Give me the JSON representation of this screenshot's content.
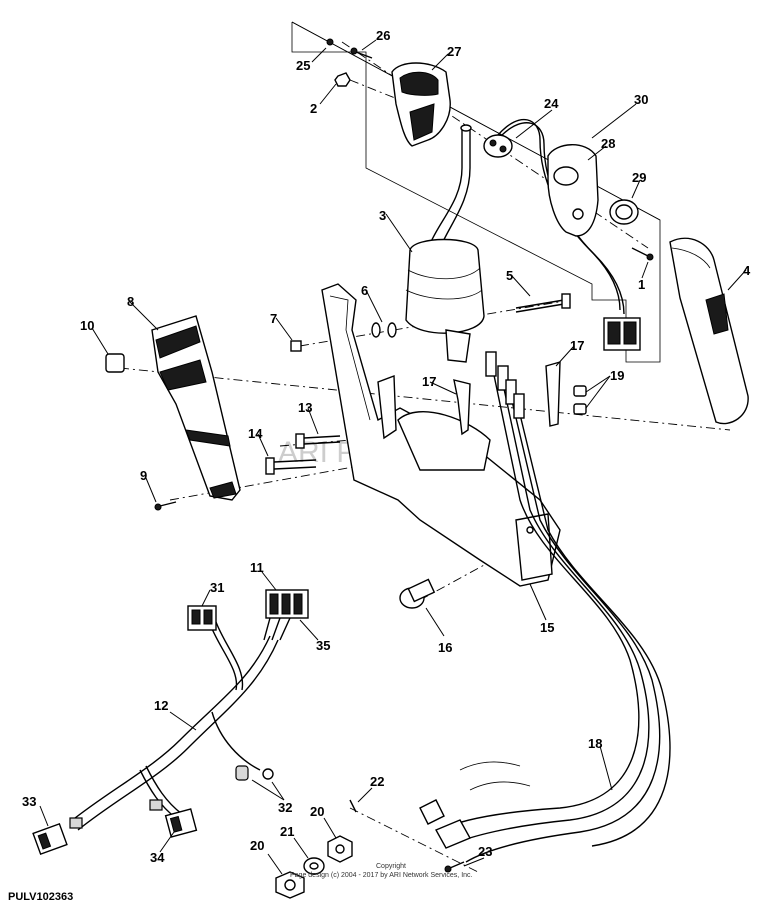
{
  "figure_id": "PULV102363",
  "watermark": "ARI PartStream",
  "copyright": {
    "line1": "Copyright",
    "line2": "Page design (c) 2004 - 2017 by ARI Network Services, Inc."
  },
  "callouts": {
    "c1": "1",
    "c2": "2",
    "c3": "3",
    "c4": "4",
    "c5": "5",
    "c6": "6",
    "c7": "7",
    "c8": "8",
    "c9": "9",
    "c10": "10",
    "c11": "11",
    "c12": "12",
    "c13": "13",
    "c14": "14",
    "c15": "15",
    "c16": "16",
    "c17a": "17",
    "c17b": "17",
    "c18": "18",
    "c19": "19",
    "c20a": "20",
    "c20b": "20",
    "c21": "21",
    "c22": "22",
    "c23": "23",
    "c24": "24",
    "c25": "25",
    "c26": "26",
    "c27": "27",
    "c28": "28",
    "c29": "29",
    "c30": "30",
    "c31": "31",
    "c32": "32",
    "c33": "33",
    "c34": "34",
    "c35": "35"
  }
}
